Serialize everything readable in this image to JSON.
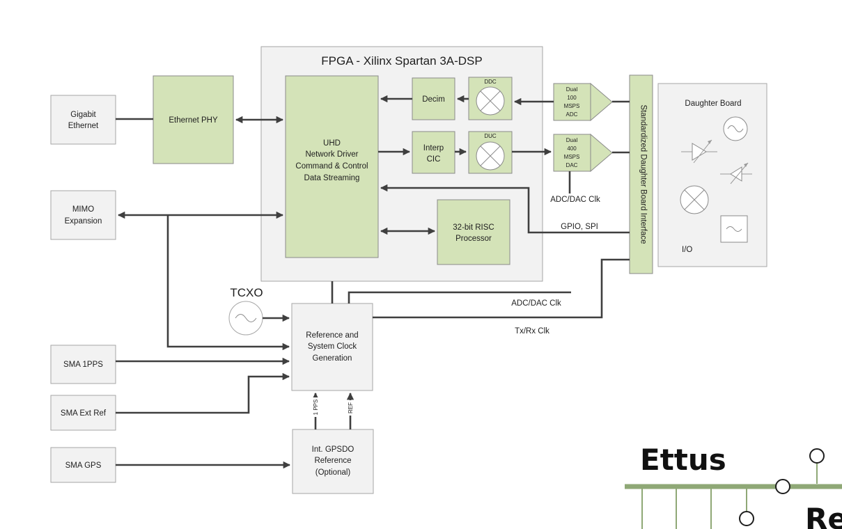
{
  "fpga": {
    "title": "FPGA - Xilinx Spartan 3A-DSP"
  },
  "blocks": {
    "gigabit": [
      "Gigabit",
      "Ethernet"
    ],
    "eth_phy": "Ethernet PHY",
    "uhd": [
      "UHD",
      "Network Driver",
      "Command & Control",
      "Data Streaming"
    ],
    "decim": "Decim",
    "ddc": "DDC",
    "interp": [
      "Interp",
      "CIC"
    ],
    "duc": "DUC",
    "adc": [
      "Dual",
      "100",
      "MSPS",
      "ADC"
    ],
    "dac": [
      "Dual",
      "400",
      "MSPS",
      "DAC"
    ],
    "risc": [
      "32-bit RISC",
      "Processor"
    ],
    "mimo": [
      "MIMO",
      "Expansion"
    ],
    "tcxo": "TCXO",
    "refclk": [
      "Reference and",
      "System Clock",
      "Generation"
    ],
    "sma_1pps": "SMA 1PPS",
    "sma_extref": "SMA Ext Ref",
    "sma_gps": "SMA GPS",
    "gpsdo": [
      "Int. GPSDO",
      "Reference",
      "(Optional)"
    ],
    "dbi": "Standardized Daughter Board Interface",
    "daughter": "Daughter Board",
    "io": "I/O"
  },
  "labels": {
    "adc_dac_clk_1": "ADC/DAC Clk",
    "gpio_spi": "GPIO, SPI",
    "adc_dac_clk_2": "ADC/DAC Clk",
    "txrx_clk": "Tx/Rx Clk",
    "pps_1": "1 PPS",
    "ref": "REF"
  },
  "logo": {
    "word1": "Ettus",
    "word2": "Re"
  },
  "colors": {
    "block_green": "#d4e3b8",
    "block_gray": "#f2f2f2",
    "logo_green": "#8fa876",
    "wire": "#3f3f3f"
  }
}
